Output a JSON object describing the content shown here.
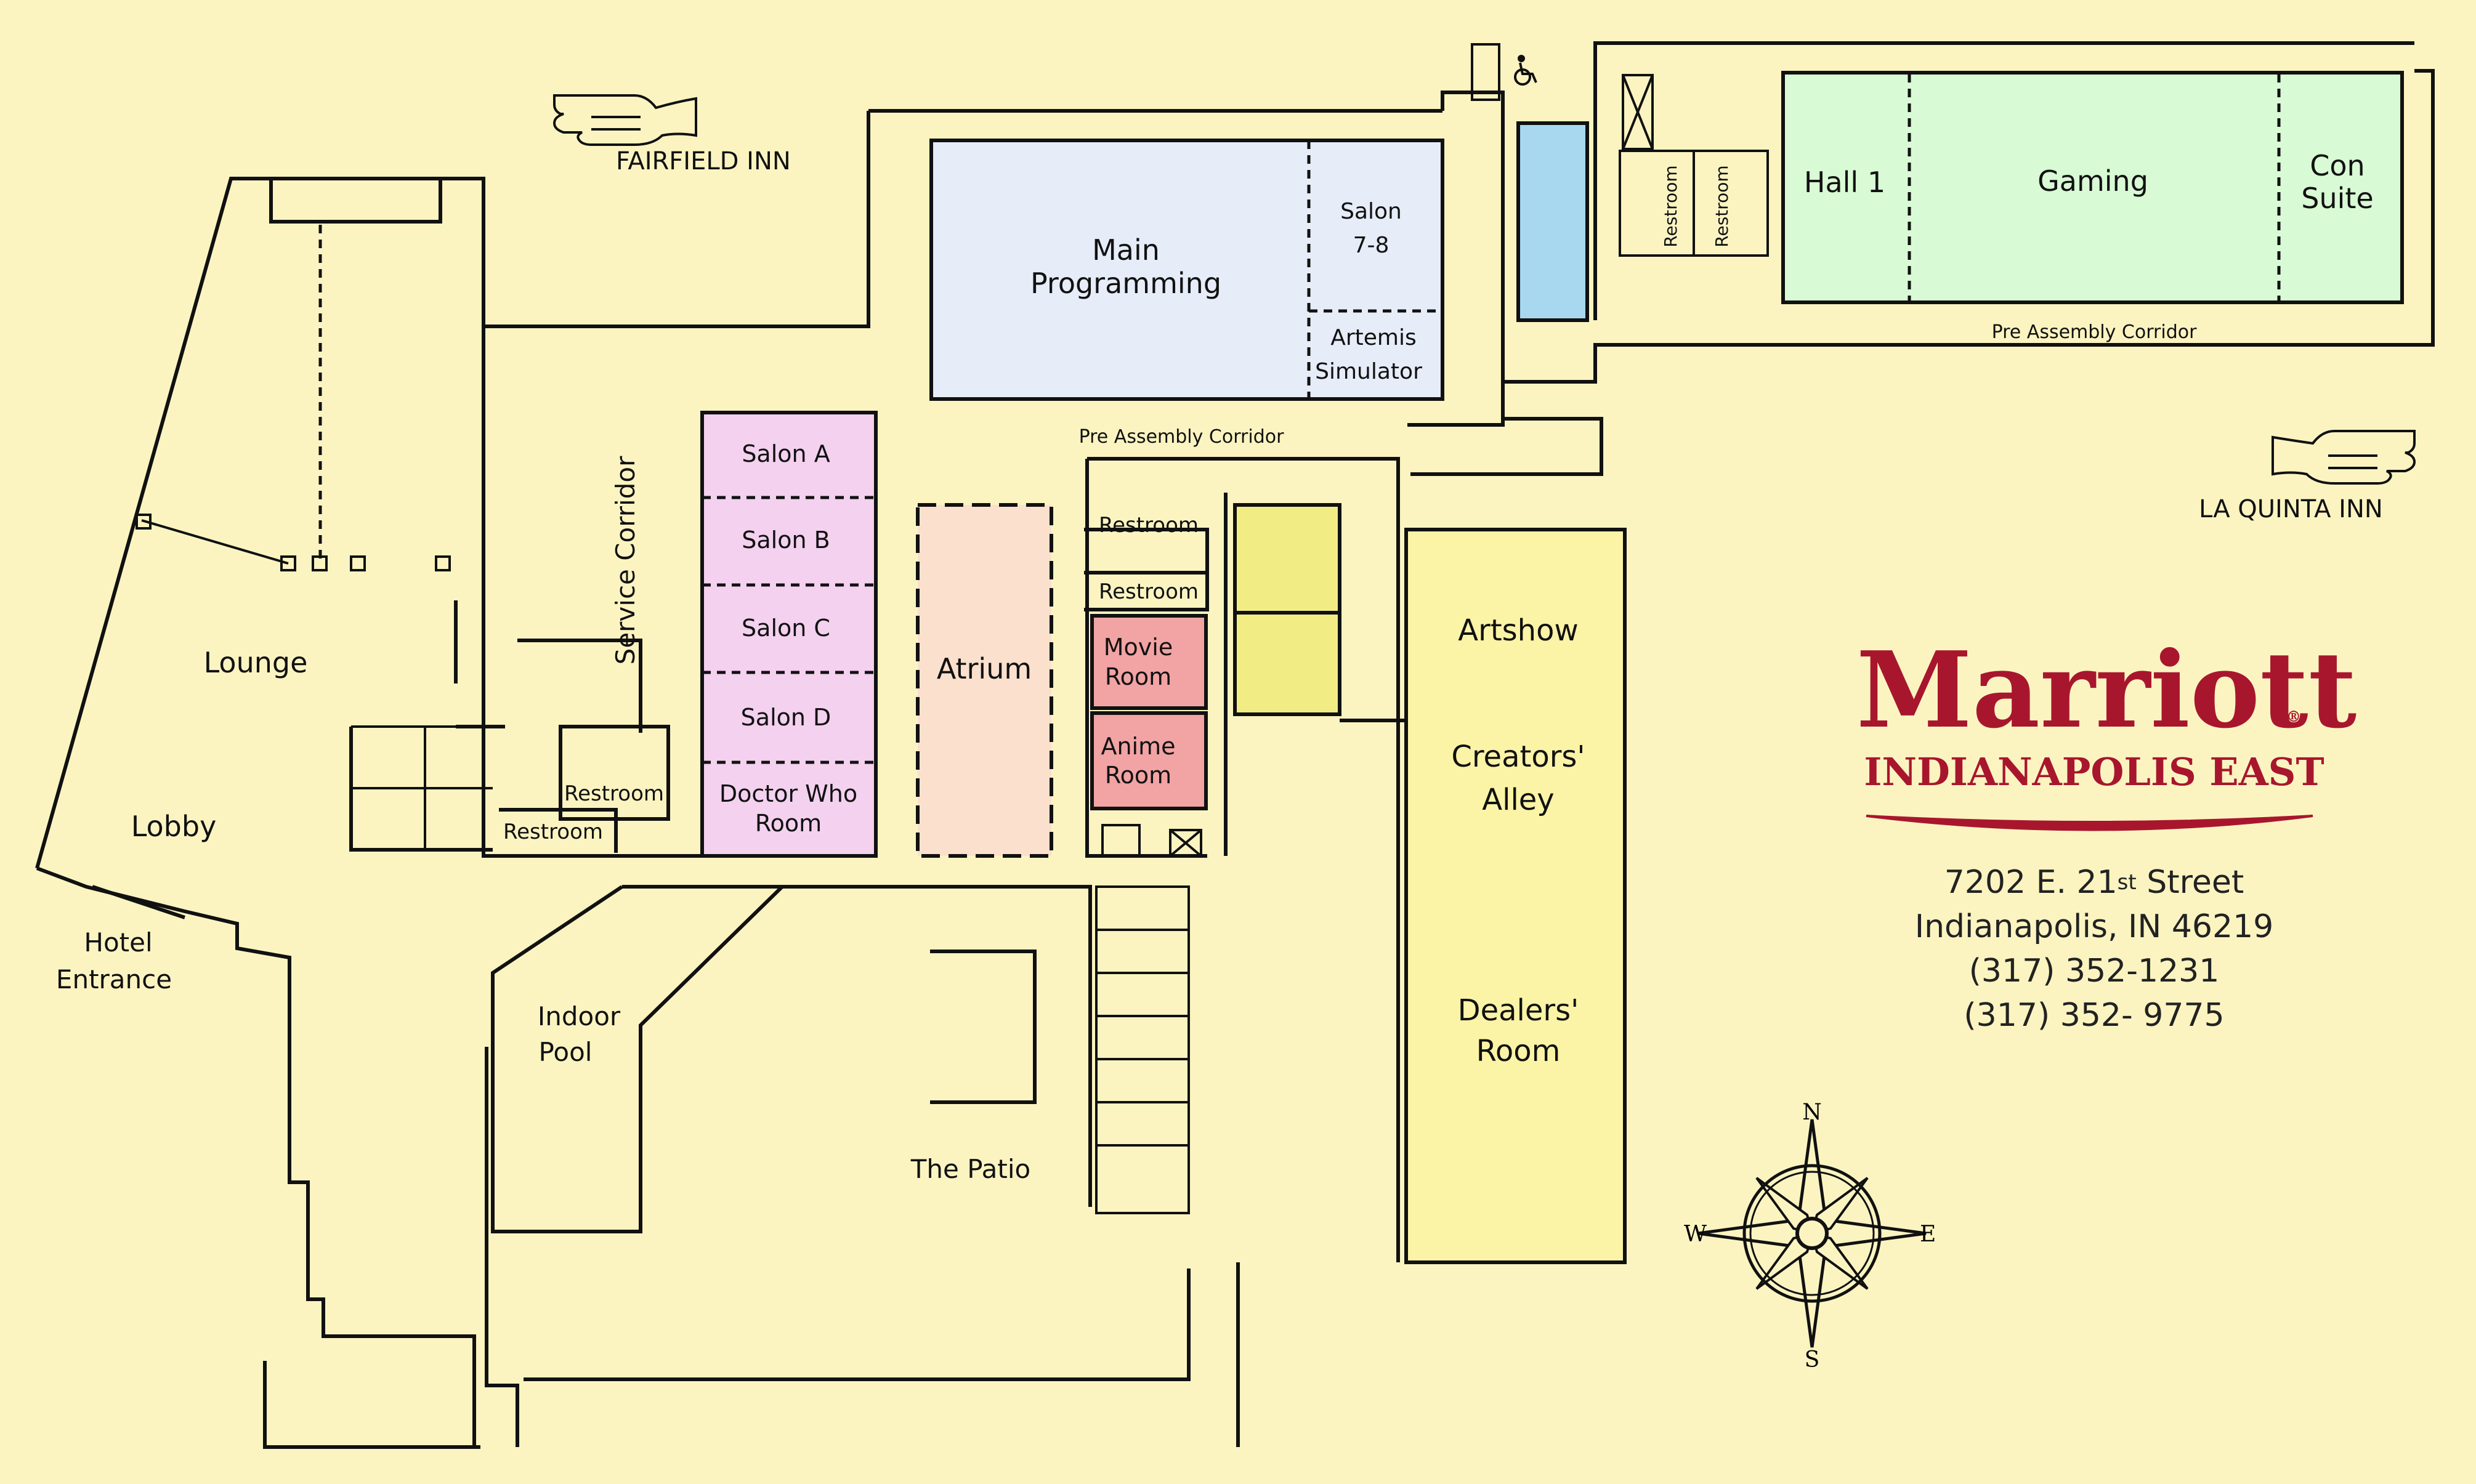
{
  "labels": {
    "fairfield": "FAIRFIELD INN",
    "la_quinta": "LA QUINTA INN",
    "main_programming": [
      "Main",
      "Programming"
    ],
    "salon_7_8": [
      "Salon",
      "7-8"
    ],
    "artemis": [
      "Artemis",
      "Simulator"
    ],
    "pre_assembly_left": "Pre Assembly Corridor",
    "pre_assembly_right": "Pre Assembly Corridor",
    "restroom": "Restroom",
    "hall1": "Hall 1",
    "gaming": "Gaming",
    "con_suite": [
      "Con",
      "Suite"
    ],
    "salon_a": "Salon A",
    "salon_b": "Salon B",
    "salon_c": "Salon C",
    "salon_d": "Salon D",
    "doctor_who": [
      "Doctor Who",
      "Room"
    ],
    "service_corridor": "Service Corridor",
    "atrium": "Atrium",
    "movie_room": [
      "Movie",
      "Room"
    ],
    "anime_room": [
      "Anime",
      "Room"
    ],
    "artshow": "Artshow",
    "creators_alley": [
      "Creators'",
      "Alley"
    ],
    "dealers_room": [
      "Dealers'",
      "Room"
    ],
    "lounge": "Lounge",
    "lobby": "Lobby",
    "hotel_entrance": [
      "Hotel",
      "Entrance"
    ],
    "indoor_pool": [
      "Indoor",
      "Pool"
    ],
    "the_patio": "The Patio"
  },
  "brand": {
    "name": "Marriott",
    "registered": "®",
    "location": "INDIANAPOLIS EAST",
    "address_line1_prefix": "7202 E. 21",
    "address_line1_suffix": "st",
    "address_line1_end": " Street",
    "address_line2": "Indianapolis, IN 46219",
    "phone1": "(317) 352-1231",
    "phone2": "(317) 352- 9775"
  },
  "compass": {
    "n": "N",
    "s": "S",
    "e": "E",
    "w": "W"
  },
  "colors": {
    "background": "#fbf4c1",
    "main_programming": "#e6ecf8",
    "hall_green": "#d8fad4",
    "salons_pink": "#f3d1ef",
    "atrium_peach": "#fae0cd",
    "movie_anime_red": "#f2a3a4",
    "small_yellow": "#f2ec85",
    "artshow_yellow": "#fbf3a6",
    "pool_blue": "#a7d8f0",
    "brand_red": "#a8162e"
  },
  "icons": [
    "pointing-hand-left-icon",
    "pointing-hand-right-icon",
    "wheelchair-icon",
    "compass-rose-icon",
    "marriott-logo"
  ]
}
